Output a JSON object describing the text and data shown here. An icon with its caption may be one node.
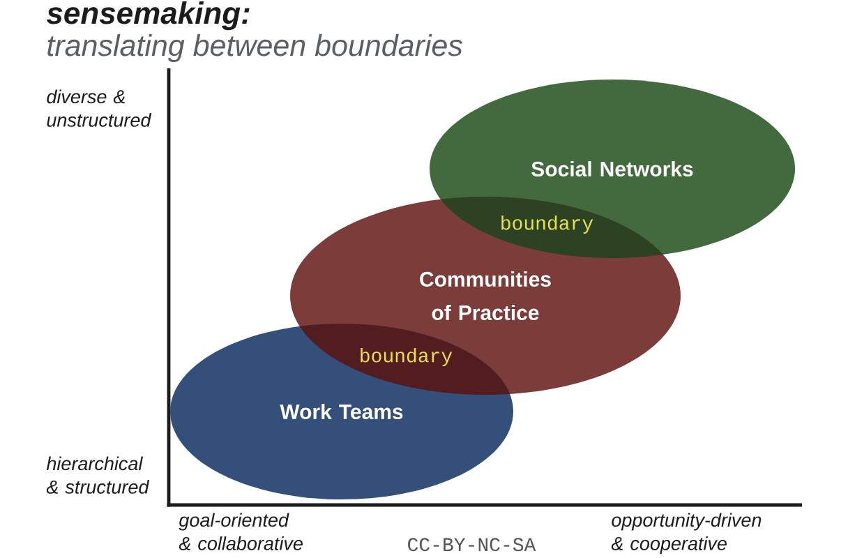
{
  "diagram": {
    "title": "sensemaking:",
    "nodes": [
      {
        "text": [
          "Social Networks"
        ]
      },
      {
        "text": [
          "Communities of Practice"
        ]
      },
      {
        "text": [
          "Work Teams"
        ]
      }
    ],
    "labels": [
      "translating between boundaries",
      "diverse & unstructured",
      "boundary",
      "boundary",
      "hierarchical & structured",
      "goal-oriented & collaborative",
      "CC-BY-NC-SA",
      "opportunity-driven & cooperative"
    ]
  }
}
